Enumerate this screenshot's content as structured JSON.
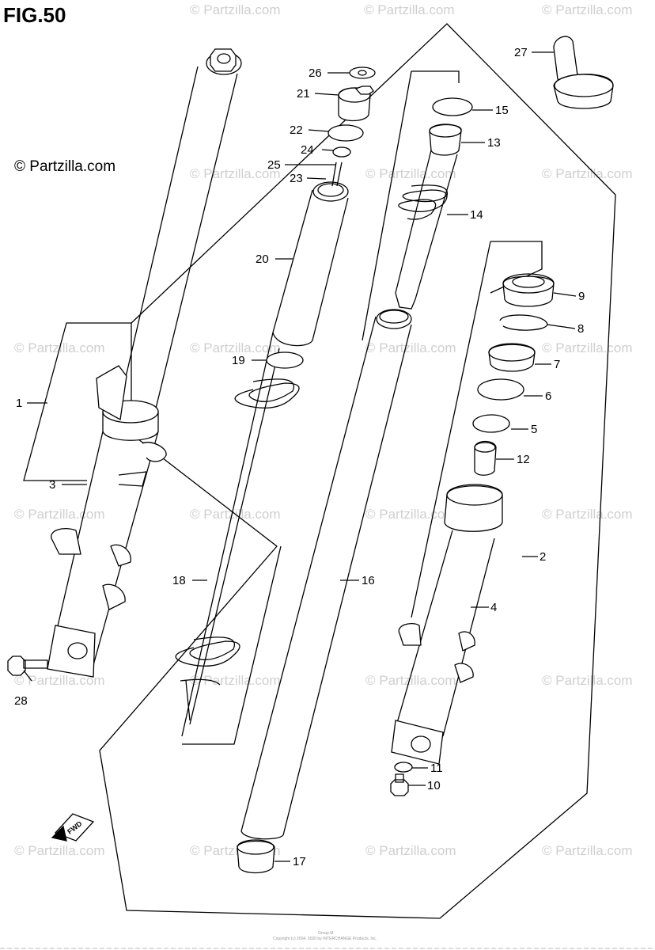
{
  "title": "FIG.50",
  "brand": "© Partzilla.com",
  "watermark": "© Partzilla.com",
  "fwd": "FWD",
  "footer_line1": "Group M",
  "footer_line2": "Copyright (c) 2004, 2020 by INTERCHANGE Products, Inc.",
  "labels": [
    "1",
    "2",
    "3",
    "4",
    "5",
    "6",
    "7",
    "8",
    "9",
    "10",
    "11",
    "12",
    "13",
    "14",
    "15",
    "16",
    "17",
    "18",
    "19",
    "20",
    "21",
    "22",
    "23",
    "24",
    "25",
    "26",
    "27",
    "28"
  ]
}
